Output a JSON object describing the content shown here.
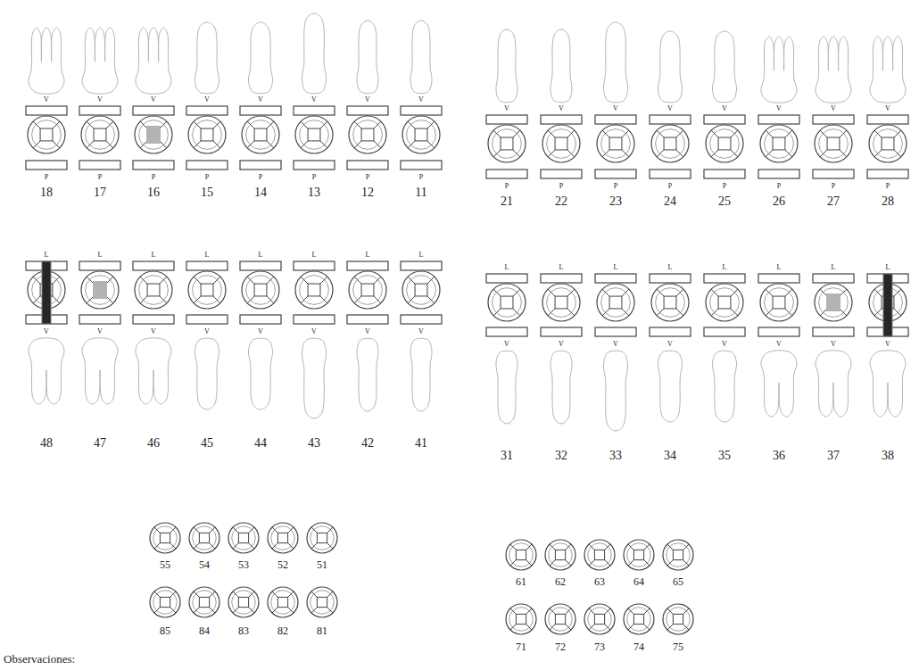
{
  "diagram": {
    "labels": [
      "V",
      "V",
      "V",
      "V",
      "V",
      "V",
      "V",
      "V",
      "V",
      "V",
      "V",
      "V",
      "V",
      "V",
      "V",
      "V",
      "P",
      "P",
      "P",
      "P",
      "P",
      "P",
      "P",
      "P",
      "P",
      "P",
      "P",
      "P",
      "P",
      "P",
      "P",
      "P",
      "18",
      "17",
      "16",
      "15",
      "14",
      "13",
      "12",
      "11",
      "21",
      "22",
      "23",
      "24",
      "25",
      "26",
      "27",
      "28",
      "L",
      "L",
      "L",
      "L",
      "L",
      "L",
      "L",
      "L",
      "L",
      "L",
      "L",
      "L",
      "L",
      "L",
      "L",
      "L",
      "V",
      "V",
      "V",
      "V",
      "V",
      "V",
      "V",
      "V",
      "V",
      "V",
      "V",
      "V",
      "V",
      "V",
      "V",
      "V",
      "48",
      "47",
      "46",
      "45",
      "44",
      "43",
      "42",
      "41",
      "31",
      "32",
      "33",
      "34",
      "35",
      "36",
      "37",
      "38",
      "55",
      "54",
      "53",
      "52",
      "51",
      "61",
      "62",
      "63",
      "64",
      "65",
      "85",
      "84",
      "83",
      "82",
      "81",
      "71",
      "72",
      "73",
      "74",
      "75",
      "Observaciones:"
    ]
  }
}
